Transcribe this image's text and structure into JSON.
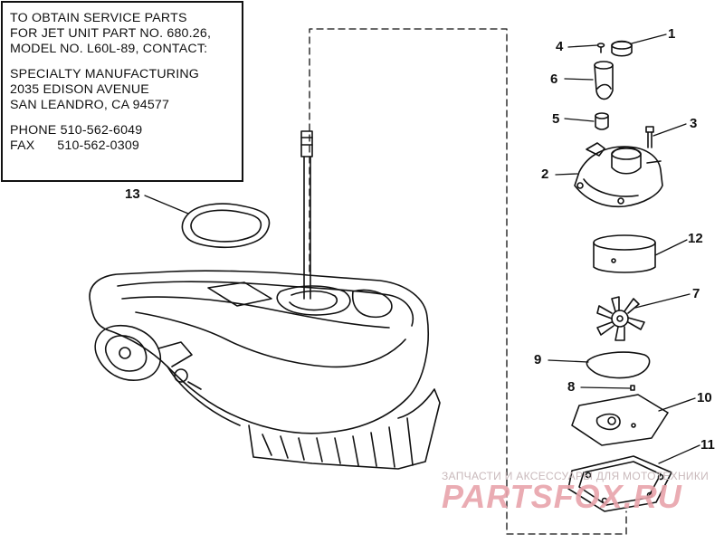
{
  "info_box": {
    "line1": "TO OBTAIN SERVICE PARTS",
    "line2": "FOR JET UNIT PART NO. 680.26,",
    "line3": "MODEL NO. L60L-89, CONTACT:",
    "line4": "SPECIALTY MANUFACTURING",
    "line5": "2035 EDISON AVENUE",
    "line6": "SAN LEANDRO, CA 94577",
    "line7": "PHONE 510-562-6049",
    "line8": "FAX      510-562-0309"
  },
  "callouts": {
    "c1": "1",
    "c2": "2",
    "c3": "3",
    "c4": "4",
    "c5": "5",
    "c6": "6",
    "c7": "7",
    "c8": "8",
    "c9": "9",
    "c10": "10",
    "c11": "11",
    "c12": "12",
    "c13": "13"
  },
  "watermark": {
    "top": "ЗАПЧАСТИ И АКСЕССУАРЫ ДЛЯ МОТОТЕХНИКИ",
    "logo": "PARTSFOX.RU"
  }
}
